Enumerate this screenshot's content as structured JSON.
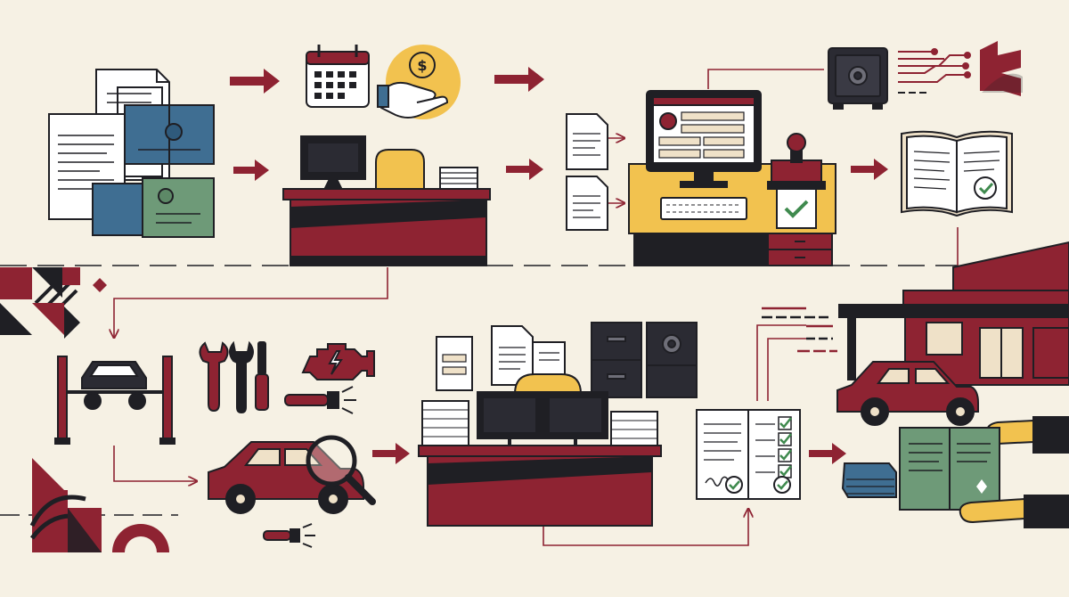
{
  "colors": {
    "background": "#f6f1e4",
    "maroon": "#8e2332",
    "ink": "#1f1f24",
    "mustard": "#f2c24f",
    "steel_blue": "#3f6e92",
    "sage_green": "#6e9a78",
    "paper": "#ffffff",
    "beige": "#efe1c8",
    "check_green": "#3f8a4e"
  },
  "stages": [
    {
      "id": "documents",
      "icon": "document-stack-icon"
    },
    {
      "id": "schedule-and-fee",
      "icon": "calendar-icon"
    },
    {
      "id": "fee-payment",
      "icon": "coin-hand-icon"
    },
    {
      "id": "reception-desk",
      "icon": "reception-desk-icon"
    },
    {
      "id": "registration-office",
      "icon": "computer-stamp-desk-icon"
    },
    {
      "id": "secure-records",
      "icon": "safe-icon"
    },
    {
      "id": "approved-register",
      "icon": "open-book-check-icon"
    },
    {
      "id": "vehicle-lift",
      "icon": "car-lift-icon"
    },
    {
      "id": "tools",
      "icon": "tools-icon"
    },
    {
      "id": "engine-check",
      "icon": "engine-warning-icon"
    },
    {
      "id": "vehicle-inspection",
      "icon": "car-magnifier-icon"
    },
    {
      "id": "processing-office",
      "icon": "dual-monitor-desk-icon"
    },
    {
      "id": "checklist-signed",
      "icon": "signed-checklist-icon"
    },
    {
      "id": "dealership",
      "icon": "dealership-icon"
    },
    {
      "id": "handover",
      "icon": "handover-icon"
    }
  ]
}
